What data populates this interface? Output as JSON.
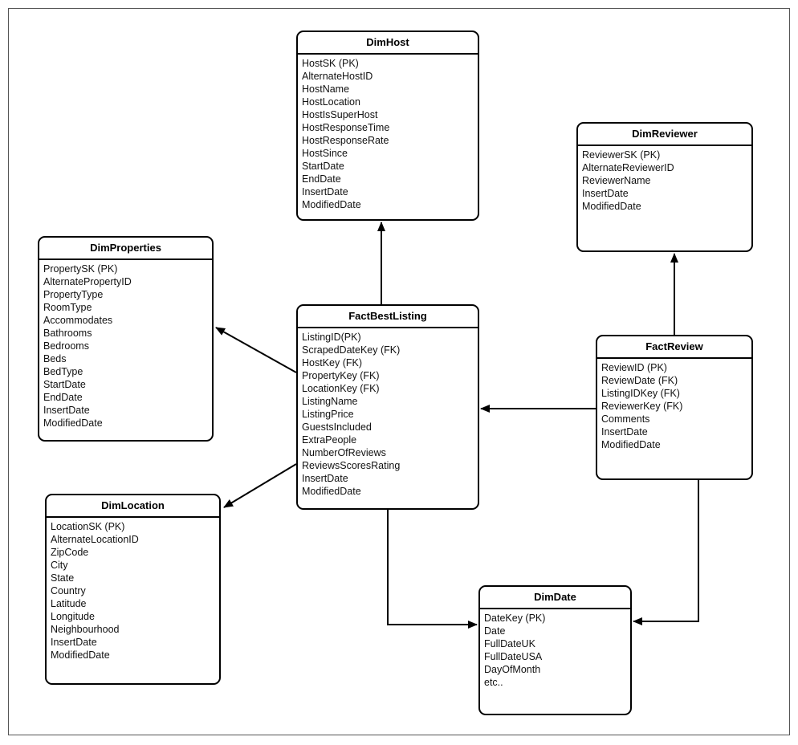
{
  "diagram": {
    "entities": [
      {
        "id": "dimhost",
        "title": "DimHost",
        "fields": [
          "HostSK (PK)",
          "AlternateHostID",
          "HostName",
          "HostLocation",
          "HostIsSuperHost",
          "HostResponseTime",
          "HostResponseRate",
          "HostSince",
          "StartDate",
          "EndDate",
          "InsertDate",
          "ModifiedDate"
        ]
      },
      {
        "id": "dimreviewer",
        "title": "DimReviewer",
        "fields": [
          "ReviewerSK (PK)",
          "AlternateReviewerID",
          "ReviewerName",
          "InsertDate",
          "ModifiedDate"
        ]
      },
      {
        "id": "dimproperties",
        "title": "DimProperties",
        "fields": [
          "PropertySK (PK)",
          "AlternatePropertyID",
          "PropertyType",
          "RoomType",
          "Accommodates",
          "Bathrooms",
          "Bedrooms",
          "Beds",
          "BedType",
          "StartDate",
          "EndDate",
          "InsertDate",
          "ModifiedDate"
        ]
      },
      {
        "id": "factbestlisting",
        "title": "FactBestListing",
        "fields": [
          "ListingID(PK)",
          "ScrapedDateKey (FK)",
          "HostKey (FK)",
          "PropertyKey (FK)",
          "LocationKey (FK)",
          "ListingName",
          "ListingPrice",
          "GuestsIncluded",
          "ExtraPeople",
          "NumberOfReviews",
          "ReviewsScoresRating",
          "InsertDate",
          "ModifiedDate"
        ]
      },
      {
        "id": "factreview",
        "title": "FactReview",
        "fields": [
          "ReviewID (PK)",
          "ReviewDate (FK)",
          "ListingIDKey (FK)",
          "ReviewerKey (FK)",
          "Comments",
          "InsertDate",
          "ModifiedDate"
        ]
      },
      {
        "id": "dimlocation",
        "title": "DimLocation",
        "fields": [
          "LocationSK (PK)",
          "AlternateLocationID",
          "ZipCode",
          "City",
          "State",
          "Country",
          "Latitude",
          "Longitude",
          "Neighbourhood",
          "InsertDate",
          "ModifiedDate"
        ]
      },
      {
        "id": "dimdate",
        "title": "DimDate",
        "fields": [
          "DateKey (PK)",
          "Date",
          "FullDateUK",
          "FullDateUSA",
          "DayOfMonth",
          "etc.."
        ]
      }
    ],
    "relationships": [
      {
        "from": "factbestlisting",
        "to": "dimhost"
      },
      {
        "from": "factbestlisting",
        "to": "dimproperties"
      },
      {
        "from": "factbestlisting",
        "to": "dimlocation"
      },
      {
        "from": "factbestlisting",
        "to": "dimdate"
      },
      {
        "from": "factreview",
        "to": "dimreviewer"
      },
      {
        "from": "factreview",
        "to": "factbestlisting"
      },
      {
        "from": "factreview",
        "to": "dimdate"
      }
    ]
  }
}
